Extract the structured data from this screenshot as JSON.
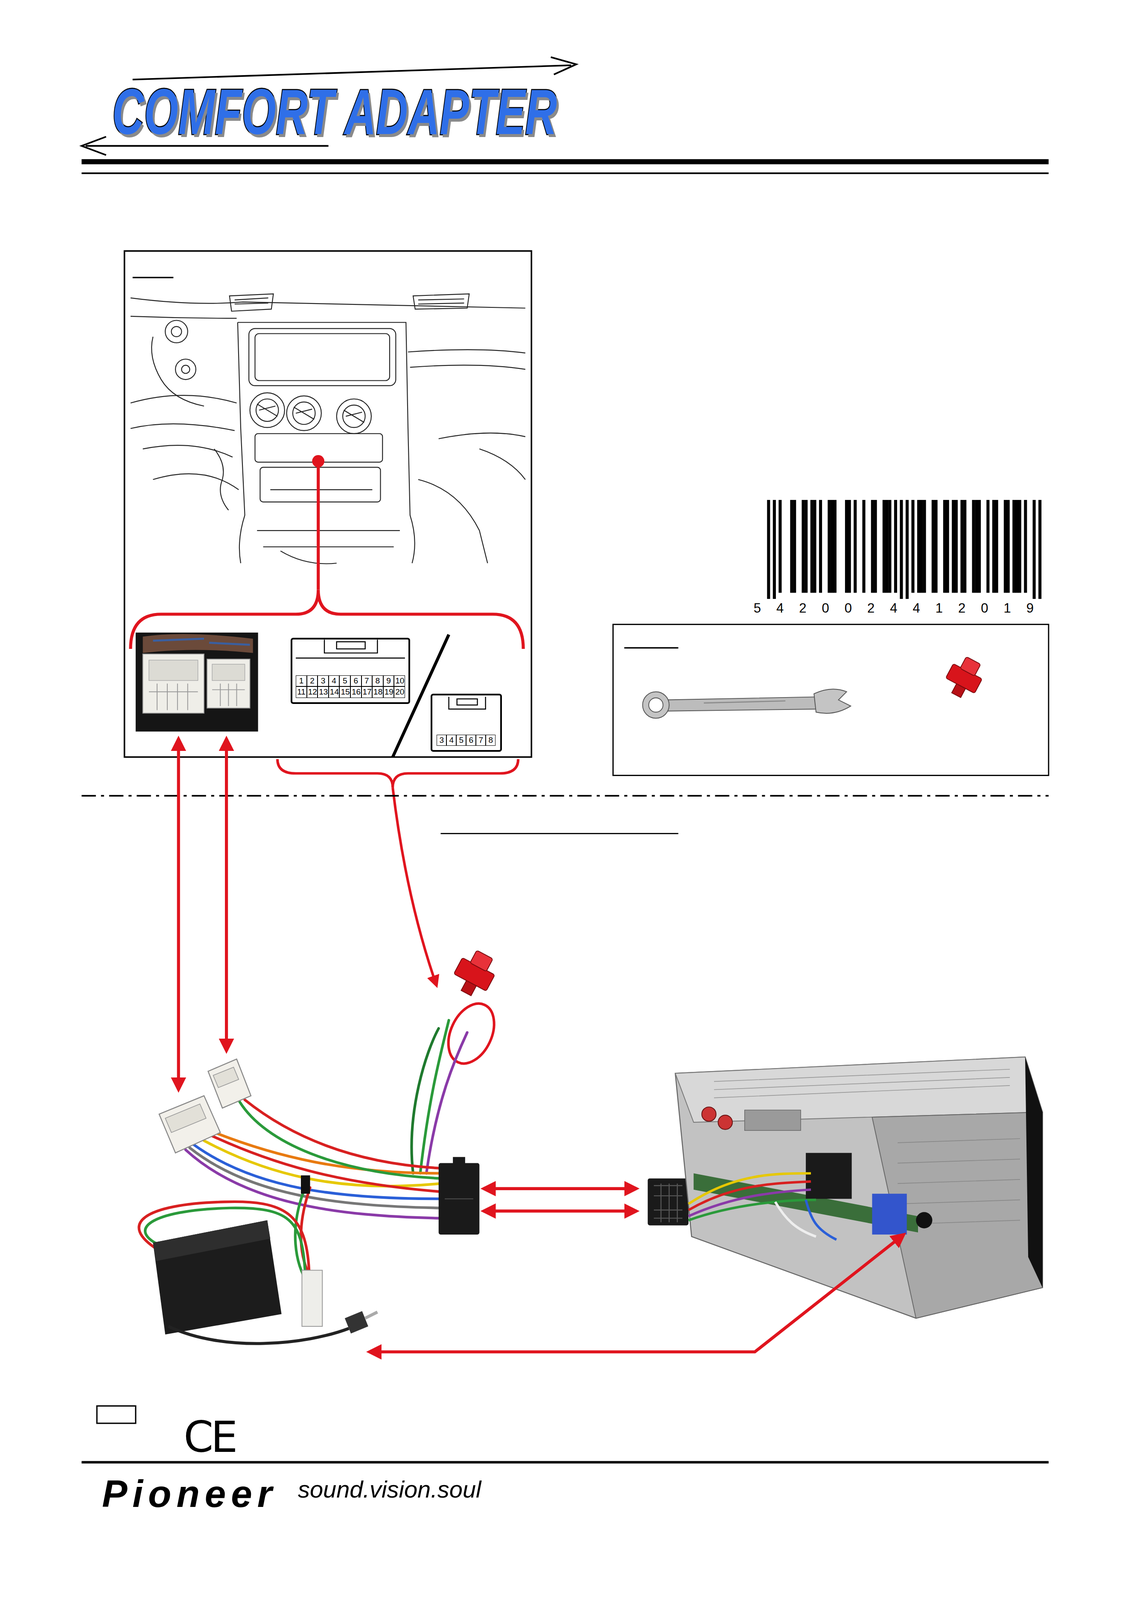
{
  "diagram": {
    "title": "COMFORT ADAPTER",
    "nodes": [
      {
        "text": [
          "1",
          "2",
          "3",
          "4",
          "5",
          "6",
          "7",
          "8",
          "9",
          "10",
          "11",
          "12",
          "13",
          "14",
          "15",
          "16",
          "17",
          "18",
          "19",
          "20"
        ]
      },
      {
        "text": [
          "3",
          "4",
          "5",
          "6",
          "7",
          "8"
        ]
      }
    ],
    "labels": [
      "5 4 2 0 0 2 4 4 1 2 0 1 9",
      "CE",
      "Pioneer",
      "sound.vision.soul"
    ]
  }
}
